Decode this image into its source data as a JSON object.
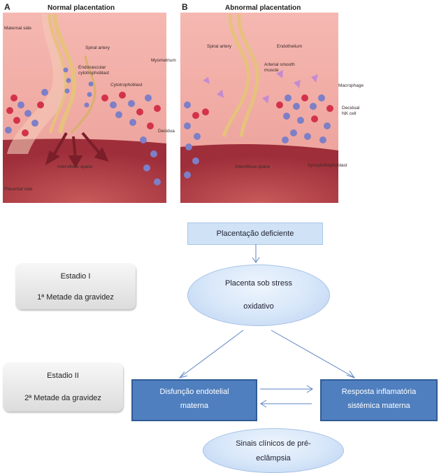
{
  "illustration": {
    "panel_a": {
      "letter": "A",
      "title": "Normal placentation"
    },
    "panel_b": {
      "letter": "B",
      "title": "Abnormal placentation"
    },
    "labels": {
      "maternal_side": "Maternal side",
      "placental_side": "Placental side",
      "spiral_artery_a": "Spiral artery",
      "endovascular_1": "Endovascular",
      "endovascular_2": "cytotrophoblast",
      "cytotrophoblast": "Cytotrophoblast",
      "myometrium": "Myometrium",
      "decidua": "Decidua",
      "intervillous_a": "Intervillous space",
      "spiral_artery_b": "Spiral artery",
      "endothelium": "Endothelium",
      "arterial_1": "Arterial smooth",
      "arterial_2": "muscle",
      "macrophage": "Macrophage",
      "decidual_nk_1": "Decidual",
      "decidual_nk_2": "NK cell",
      "intervillous_b": "Intervillous space",
      "syncytiotrophoblast": "Syncytiotrophoblast"
    }
  },
  "stages": [
    {
      "title": "Estadio I",
      "subtitle": "1ª Metade da gravidez"
    },
    {
      "title": "Estadio II",
      "subtitle": "2ª Metade da gravidez"
    }
  ],
  "flow": {
    "top_box": "Placentação deficiente",
    "stress_1": "Placenta sob stress",
    "stress_2": "oxidativo",
    "endo_1": "Disfunção endotelial",
    "endo_2": "materna",
    "infl_1": "Resposta inflamatória",
    "infl_2": "sistémica materna",
    "signs_1": "Sinais clínicos de pré-",
    "signs_2": "eclâmpsia"
  },
  "colors": {
    "tissue": "#f2a9a3",
    "placenta": "#b4424a",
    "artery": "#e9c98a",
    "cell_blue": "#7d7fc7",
    "cell_red": "#d3334a",
    "flow_box": "#4f7fbf",
    "arrow": "#5b83c4"
  }
}
